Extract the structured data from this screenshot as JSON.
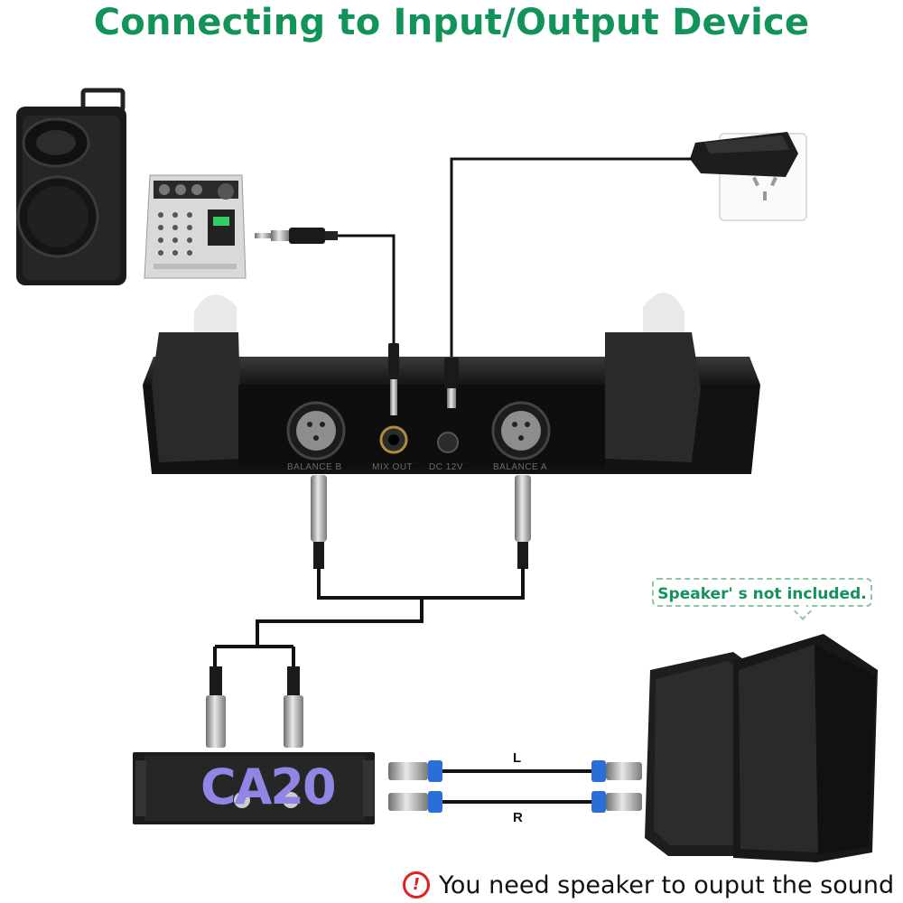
{
  "title": "Connecting to Input/Output Device",
  "note": "Speaker' s not included.",
  "warning": "You need speaker to ouput the sound",
  "warning_icon": "exclamation-icon",
  "cable_labels": {
    "left": "L",
    "right": "R"
  },
  "receiver_jacks": [
    "BALANCE B",
    "MIX OUT",
    "DC 12V",
    "BALANCE A"
  ],
  "amplifier_brand": "CA20",
  "colors": {
    "title": "#12935a",
    "note_border": "#8cc7a3",
    "warning_icon": "#e02020",
    "amp_text": "#8f86e6",
    "speakon": "#2b6fd6"
  }
}
